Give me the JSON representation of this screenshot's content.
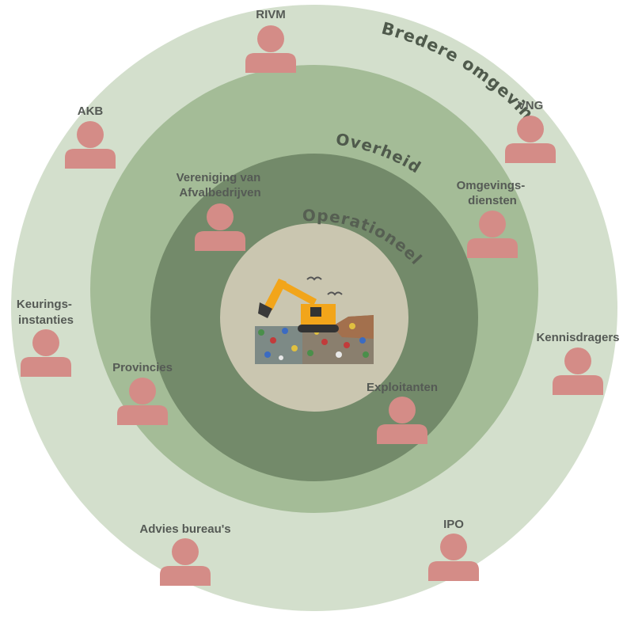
{
  "colors": {
    "outer_ring": "#d3dfcc",
    "middle_ring": "#a4bc97",
    "inner_ring": "#738a6a",
    "core": "#cac6b0",
    "person": "#d48c87",
    "label_text": "#555a55",
    "ring_title": "#4f5a4c"
  },
  "rings": {
    "outer_title": "Bredere omgeving",
    "middle_title": "Overheid",
    "inner_title": "Operationeel"
  },
  "center": {
    "icon": "landfill-excavator-icon"
  },
  "stakeholders": {
    "rivm": {
      "label": [
        "RIVM"
      ]
    },
    "akb": {
      "label": [
        "AKB"
      ]
    },
    "vng": {
      "label": [
        "VNG"
      ]
    },
    "vva": {
      "label": [
        "Vereniging van",
        "Afvalbedrijven"
      ]
    },
    "omgevingsdiensten": {
      "label": [
        "Omgevings-",
        "diensten"
      ]
    },
    "keuringsinstanties": {
      "label": [
        "Keurings-",
        "instanties"
      ]
    },
    "kennisdragers": {
      "label": [
        "Kennisdragers"
      ]
    },
    "provincies": {
      "label": [
        "Provincies"
      ]
    },
    "exploitanten": {
      "label": [
        "Exploitanten"
      ]
    },
    "advies": {
      "label": [
        "Advies bureau's"
      ]
    },
    "ipo": {
      "label": [
        "IPO"
      ]
    }
  }
}
